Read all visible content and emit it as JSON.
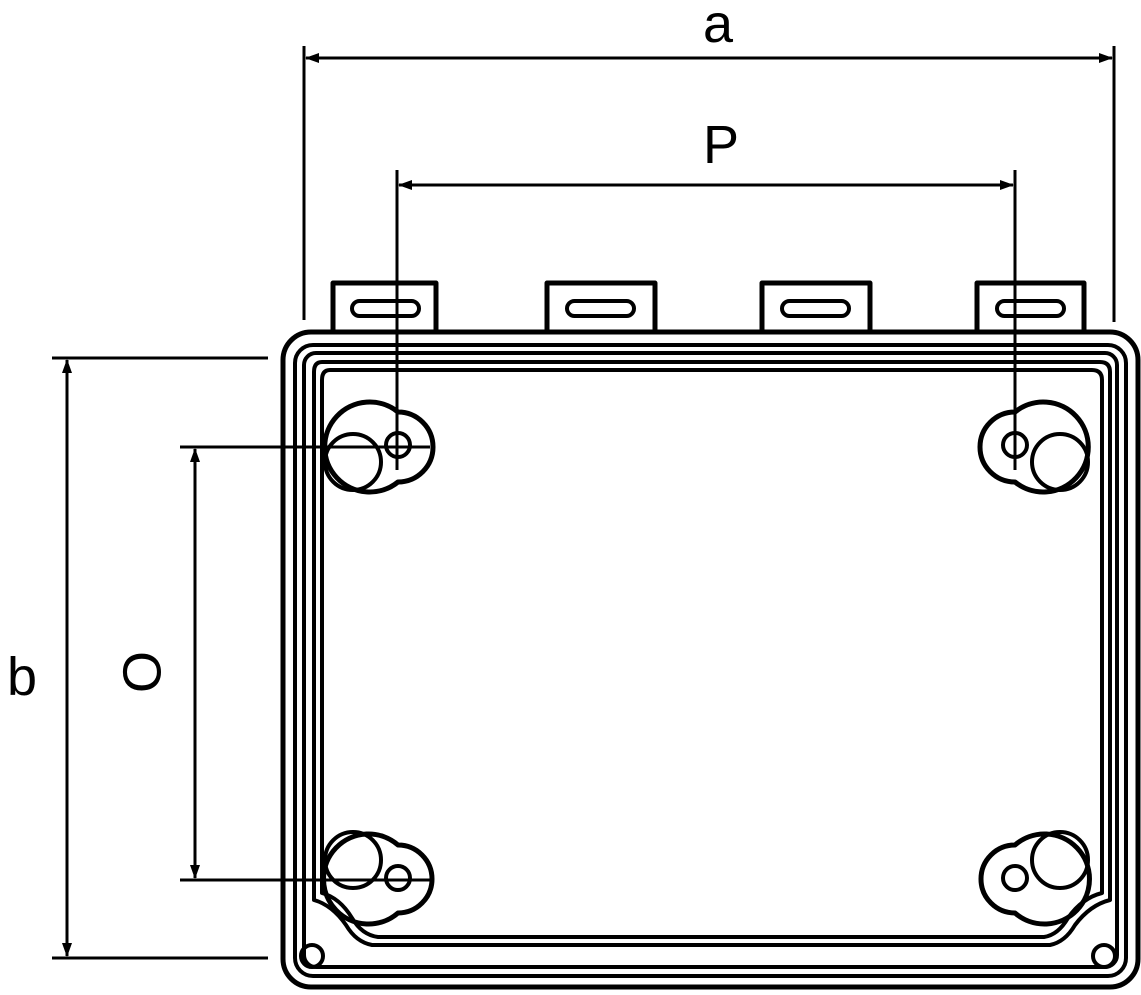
{
  "dimensions": {
    "a": "a",
    "b": "b",
    "P": "P",
    "O": "O"
  },
  "colors": {
    "line": "#000000",
    "background": "#ffffff"
  }
}
